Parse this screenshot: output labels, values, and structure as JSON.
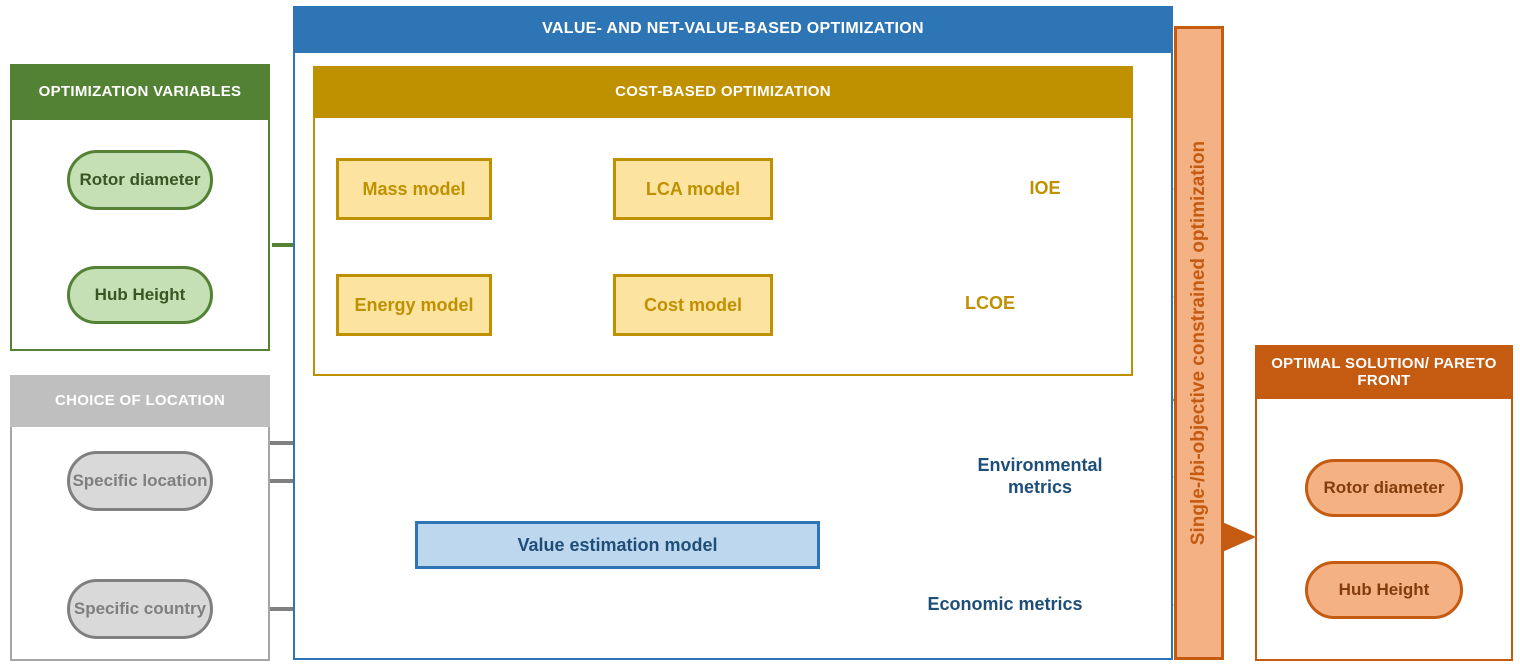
{
  "panels": {
    "optimization_variables": {
      "title": "OPTIMIZATION VARIABLES",
      "color": "#548235",
      "items": [
        {
          "label": "Rotor diameter"
        },
        {
          "label": "Hub Height"
        }
      ]
    },
    "choice_of_location": {
      "title": "CHOICE OF LOCATION",
      "color": "#BFBFBF",
      "items": [
        {
          "label": "Specific location"
        },
        {
          "label": "Specific country"
        }
      ]
    },
    "value_optimization": {
      "title": "VALUE- AND NET-VALUE-BASED OPTIMIZATION",
      "color": "#2E75B6"
    },
    "cost_optimization": {
      "title": "COST-BASED OPTIMIZATION",
      "color": "#BF9000"
    },
    "optimal_solution": {
      "title": "OPTIMAL SOLUTION/ PARETO FRONT",
      "color": "#C55A11",
      "items": [
        {
          "label": "Rotor diameter"
        },
        {
          "label": "Hub Height"
        }
      ]
    }
  },
  "optimizer": {
    "label": "Single-/bi-objective constrained optimization",
    "color": "#C55A11",
    "fill": "#F4B183"
  },
  "nodes": {
    "mass_model": "Mass model",
    "energy_model": "Energy model",
    "lca_model": "LCA model",
    "cost_model": "Cost model",
    "ioe": "IOE",
    "lcoe": "LCOE",
    "value_estimation_model": "Value estimation model",
    "environmental_metrics": "Environmental metrics",
    "economic_metrics": "Economic metrics"
  },
  "colors": {
    "green": "#548235",
    "green_fill": "#C5E0B4",
    "gray": "#808080",
    "gray_fill": "#D9D9D9",
    "gold": "#BF9000",
    "gold_fill": "#FCE4A0",
    "blue": "#2E75B6",
    "blue_fill": "#BDD7EE",
    "orange": "#C55A11",
    "orange_fill": "#F4B183"
  }
}
